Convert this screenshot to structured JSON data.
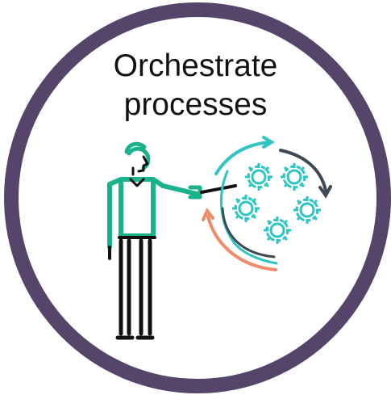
{
  "badge": {
    "title_line1": "Orchestrate",
    "title_line2": "processes",
    "ring_color": "#56456b"
  },
  "illustration": {
    "person_accent_color": "#1ab28d",
    "outline_color": "#111111",
    "gear_color": "#2ec4c4",
    "arrow_top_color": "#2ec4c4",
    "arrow_right_color": "#3f4a57",
    "arrow_bottom_color": "#ef8a6b",
    "gear_count": 5,
    "icons": [
      "presenter-figure-icon",
      "gear-icon",
      "cycle-arrow-icon",
      "pointer-stick-icon"
    ]
  }
}
